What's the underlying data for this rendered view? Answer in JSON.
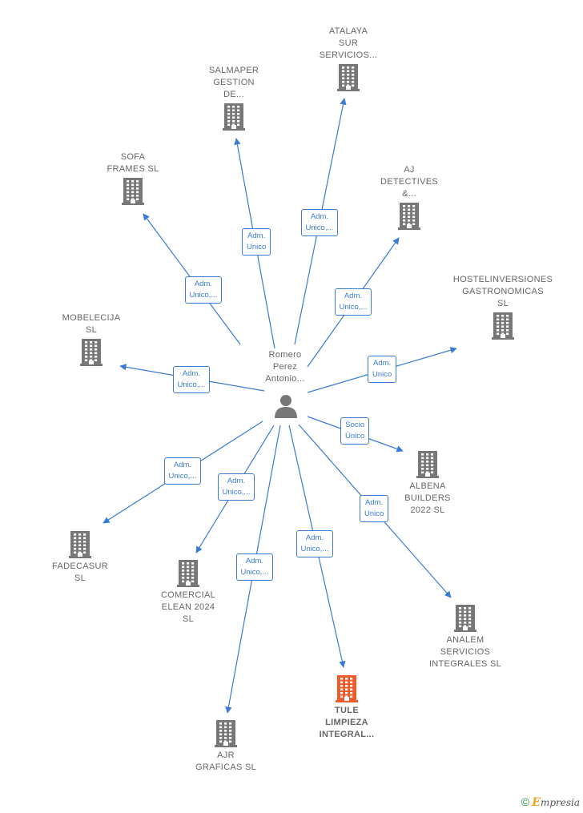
{
  "center": {
    "name": "Romero\nPerez\nAntonio...",
    "icon": "person-icon"
  },
  "colors": {
    "edge": "#3a7bd5",
    "building": "#777777",
    "building_highlight": "#f05a28",
    "text": "#666666"
  },
  "nodes": [
    {
      "id": "atalaya",
      "label": "ATALAYA\nSUR\nSERVICIOS...",
      "relation": "Adm.\nUnico,...",
      "highlight": false
    },
    {
      "id": "salmaper",
      "label": "SALMAPER\nGESTION\nDE...",
      "relation": "Adm.\nUnico",
      "highlight": false
    },
    {
      "id": "sofa",
      "label": "SOFA\nFRAMES  SL",
      "relation": "Adm.\nUnico,...",
      "highlight": false
    },
    {
      "id": "aj",
      "label": "AJ\nDETECTIVES\n&...",
      "relation": "Adm.\nUnico,...",
      "highlight": false
    },
    {
      "id": "hostel",
      "label": "HOSTELINVERSIONES\nGASTRONOMICAS\nSL",
      "relation": "Adm.\nUnico",
      "highlight": false
    },
    {
      "id": "mobelecija",
      "label": "MOBELECIJA\nSL",
      "relation": "Adm.\nUnico,...",
      "highlight": false
    },
    {
      "id": "albena",
      "label": "ALBENA\nBUILDERS\n2022  SL",
      "relation": "Socio\nÚnico",
      "highlight": false
    },
    {
      "id": "fadecasur",
      "label": "FADECASUR\nSL",
      "relation": "Adm.\nUnico,...",
      "highlight": false
    },
    {
      "id": "comercial",
      "label": "COMERCIAL\nELEAN 2024\nSL",
      "relation": "Adm.\nUnico,...",
      "highlight": false
    },
    {
      "id": "analem",
      "label": "ANALEM\nSERVICIOS\nINTEGRALES SL",
      "relation": "Adm.\nUnico",
      "highlight": false
    },
    {
      "id": "ajr",
      "label": "AJR\nGRAFICAS  SL",
      "relation": "Adm.\nUnico,...",
      "highlight": false
    },
    {
      "id": "tule",
      "label": "TULE\nLIMPIEZA\nINTEGRAL...",
      "relation": "Adm.\nUnico,...",
      "highlight": true
    }
  ],
  "footer": {
    "copyright": "©",
    "brand_initial": "E",
    "brand_rest": "mpresia"
  }
}
